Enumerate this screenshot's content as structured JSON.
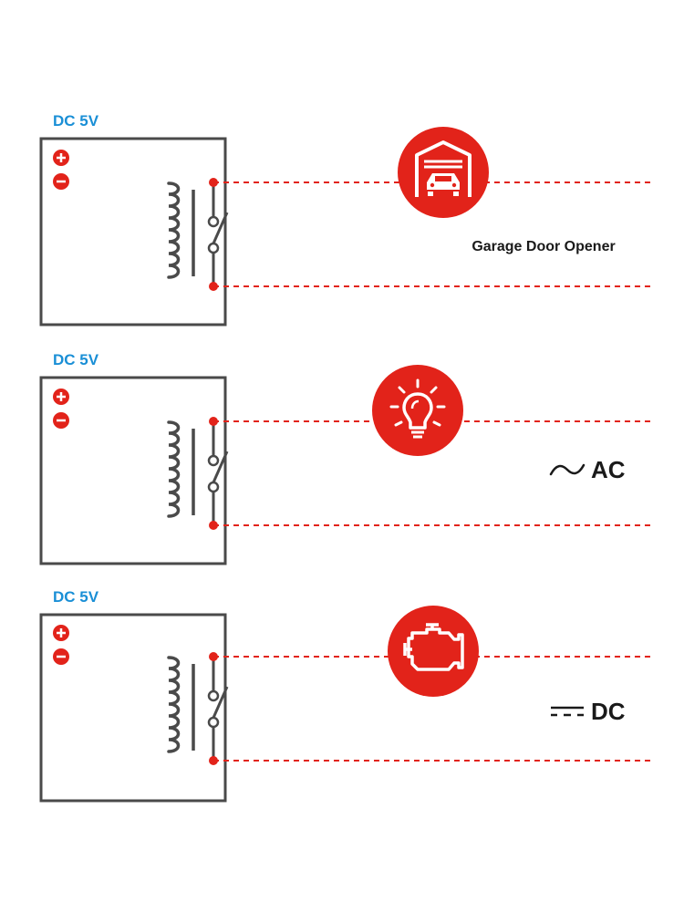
{
  "colors": {
    "accent": "#e2231a",
    "label_blue": "#1a8fd6",
    "box": "#4a4a4a"
  },
  "panels": [
    {
      "supply_label": "DC 5V",
      "load_icon": "garage-car-icon",
      "caption": "Garage Door Opener",
      "current_label": "",
      "current_symbol": ""
    },
    {
      "supply_label": "DC 5V",
      "load_icon": "light-bulb-icon",
      "caption": "",
      "current_label": "AC",
      "current_symbol": "~"
    },
    {
      "supply_label": "DC 5V",
      "load_icon": "engine-icon",
      "caption": "",
      "current_label": "DC",
      "current_symbol": "⎓"
    }
  ]
}
